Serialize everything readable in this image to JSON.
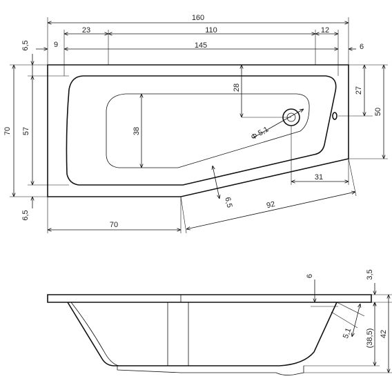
{
  "dims": {
    "top": {
      "d160": "160",
      "d23": "23",
      "d110": "110",
      "d12": "12",
      "d9": "9",
      "d145": "145",
      "d6": "6",
      "d6_5_top": "6,5",
      "d70_height": "70",
      "d57": "57",
      "d6_5_bottom": "6,5",
      "d28": "28",
      "d38": "38",
      "d27": "27",
      "d50": "50",
      "phi": "Φ 5,1",
      "d31": "31",
      "d6_5_slant": "6,5",
      "d92": "92",
      "d70_bottom": "70"
    },
    "side": {
      "d6": "6",
      "d3_5": "3,5",
      "d5_1": "5,1",
      "d38_5": "(38,5)",
      "d42": "42"
    }
  }
}
